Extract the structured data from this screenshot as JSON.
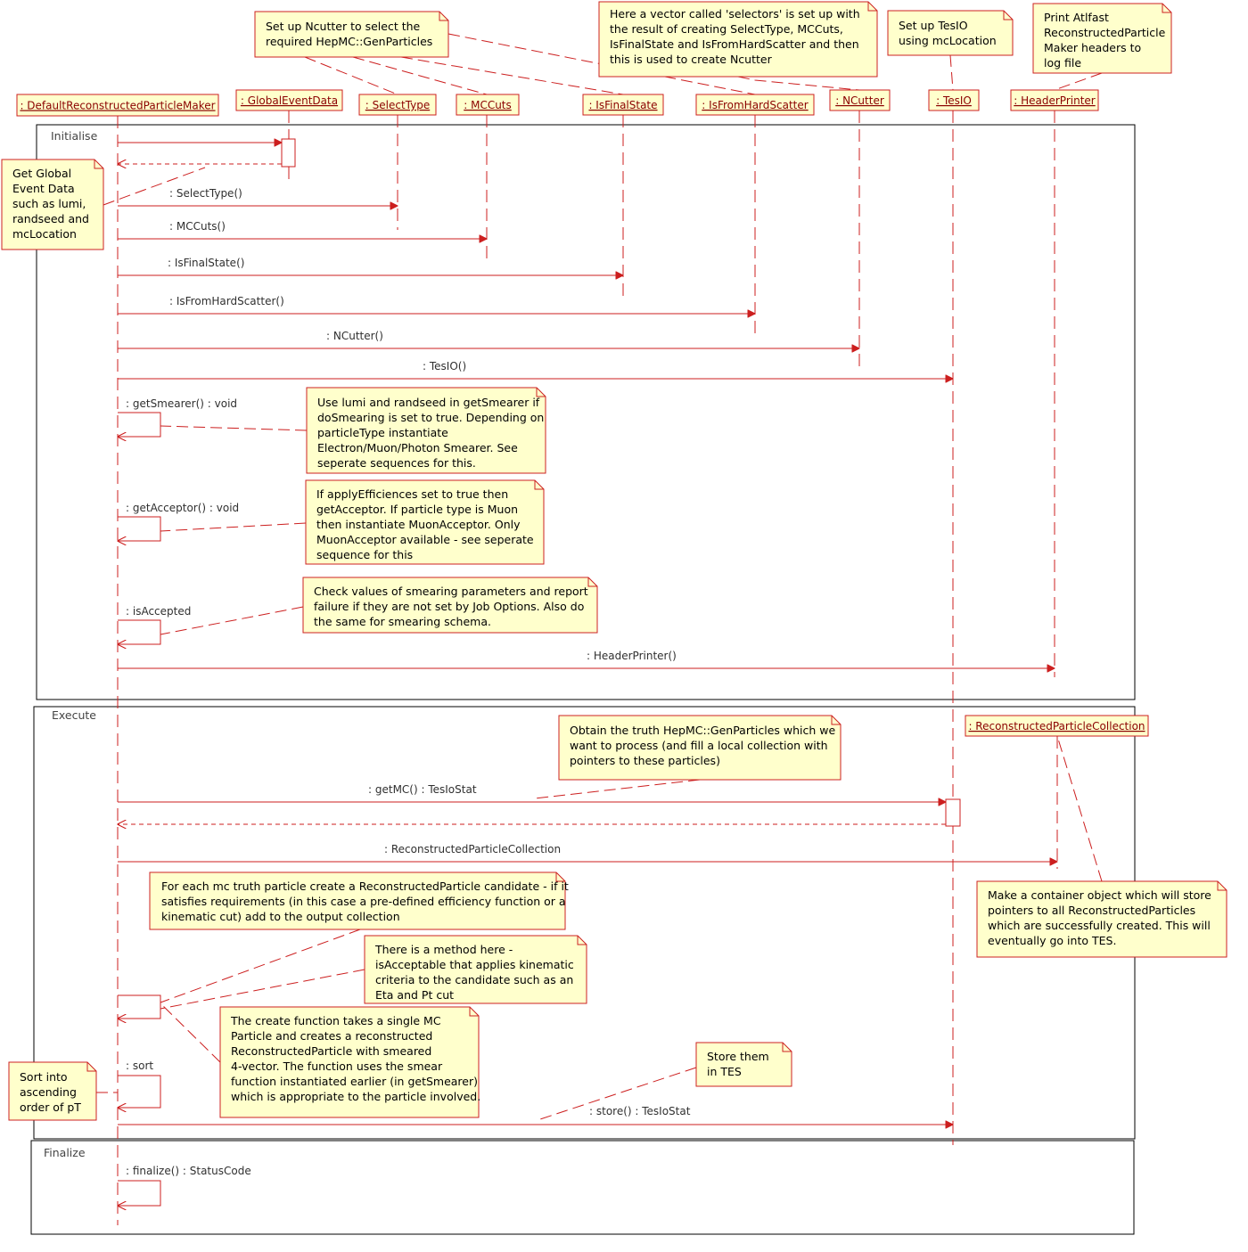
{
  "colors": {
    "line": "#cc1f1f",
    "note_fill": "#ffffcc",
    "note_border": "#cc2222",
    "frame_border": "#000000",
    "lifeline_label_fill": "#ffffcc",
    "text": "#000000"
  },
  "lifelines": [
    {
      "id": "drpm",
      "label": ": DefaultReconstructedParticleMaker"
    },
    {
      "id": "ged",
      "label": ": GlobalEventData"
    },
    {
      "id": "st",
      "label": ": SelectType"
    },
    {
      "id": "mcc",
      "label": ": MCCuts"
    },
    {
      "id": "ifs",
      "label": ": IsFinalState"
    },
    {
      "id": "ifh",
      "label": ": IsFromHardScatter"
    },
    {
      "id": "nc",
      "label": ": NCutter"
    },
    {
      "id": "tes",
      "label": ": TesIO"
    },
    {
      "id": "hp",
      "label": ": HeaderPrinter"
    },
    {
      "id": "rpc",
      "label": ": ReconstructedParticleCollection"
    }
  ],
  "frames": [
    {
      "id": "initialise",
      "label": "Initialise"
    },
    {
      "id": "execute",
      "label": "Execute"
    },
    {
      "id": "finalize",
      "label": "Finalize"
    }
  ],
  "messages": [
    {
      "id": "m_ged",
      "label": ""
    },
    {
      "id": "m_st",
      "label": ": SelectType()"
    },
    {
      "id": "m_mcc",
      "label": ": MCCuts()"
    },
    {
      "id": "m_ifs",
      "label": ": IsFinalState()"
    },
    {
      "id": "m_ifh",
      "label": ": IsFromHardScatter()"
    },
    {
      "id": "m_nc",
      "label": ": NCutter()"
    },
    {
      "id": "m_tes",
      "label": ": TesIO()"
    },
    {
      "id": "m_smear",
      "label": ": getSmearer() : void"
    },
    {
      "id": "m_accept",
      "label": ": getAcceptor() : void"
    },
    {
      "id": "m_isacc",
      "label": ": isAccepted"
    },
    {
      "id": "m_hp",
      "label": ": HeaderPrinter()"
    },
    {
      "id": "m_getmc",
      "label": ": getMC() : TesIoStat"
    },
    {
      "id": "m_rpc",
      "label": ": ReconstructedParticleCollection"
    },
    {
      "id": "m_create",
      "label": ""
    },
    {
      "id": "m_sort",
      "label": ": sort"
    },
    {
      "id": "m_store",
      "label": ": store() : TesIoStat"
    },
    {
      "id": "m_final",
      "label": ": finalize() : StatusCode"
    }
  ],
  "notes": [
    {
      "id": "n_ncutter",
      "lines": [
        "Set up Ncutter to select the",
        "required HepMC::GenParticles"
      ]
    },
    {
      "id": "n_vector",
      "lines": [
        "Here a vector called 'selectors' is set up with",
        "the result of creating SelectType, MCCuts,",
        "IsFinalState and IsFromHardScatter and then",
        "this is used to create Ncutter"
      ]
    },
    {
      "id": "n_tesio",
      "lines": [
        "Set up TesIO",
        "using mcLocation"
      ]
    },
    {
      "id": "n_print",
      "lines": [
        "Print Atlfast",
        "ReconstructedParticle",
        "Maker headers to",
        "log file"
      ]
    },
    {
      "id": "n_global",
      "lines": [
        "Get Global",
        "Event Data",
        "such as lumi,",
        "randseed and",
        "mcLocation"
      ]
    },
    {
      "id": "n_smear",
      "lines": [
        "Use lumi and randseed in getSmearer if",
        "doSmearing is set to true. Depending on",
        "particleType instantiate",
        "Electron/Muon/Photon Smearer. See",
        "seperate sequences for this."
      ]
    },
    {
      "id": "n_accept",
      "lines": [
        "If applyEfficiences set to true then",
        "getAcceptor. If particle type is Muon",
        "then instantiate MuonAcceptor. Only",
        "MuonAcceptor available - see seperate",
        "sequence for this"
      ]
    },
    {
      "id": "n_check",
      "lines": [
        "Check values of smearing parameters and report",
        "failure if they are not set by Job Options. Also do",
        "the same for smearing schema."
      ]
    },
    {
      "id": "n_obtain",
      "lines": [
        "Obtain the truth HepMC::GenParticles which we",
        "want to process (and fill a local collection with",
        "pointers to these particles)"
      ]
    },
    {
      "id": "n_container",
      "lines": [
        "Make a container object which will store",
        "pointers to all ReconstructedParticles",
        "which are successfully created. This will",
        "eventually go into TES."
      ]
    },
    {
      "id": "n_foreach",
      "lines": [
        "For each mc truth particle create a ReconstructedParticle candidate - if it",
        "satisfies requirements (in this case a pre-defined efficiency function or a",
        "kinematic cut) add to the output collection"
      ]
    },
    {
      "id": "n_method",
      "lines": [
        "There is a method here -",
        "isAcceptable that applies kinematic",
        "criteria to the candidate such as an",
        "Eta and Pt cut"
      ]
    },
    {
      "id": "n_create",
      "lines": [
        "The create function takes a single MC",
        "Particle and creates a reconstructed",
        "ReconstructedParticle with smeared",
        "4-vector. The function uses the smear",
        "function instantiated earlier (in getSmearer)",
        "which is appropriate to the particle involved."
      ]
    },
    {
      "id": "n_store",
      "lines": [
        "Store them",
        "in TES"
      ]
    },
    {
      "id": "n_sort",
      "lines": [
        "Sort into",
        "ascending",
        "order of pT"
      ]
    }
  ]
}
